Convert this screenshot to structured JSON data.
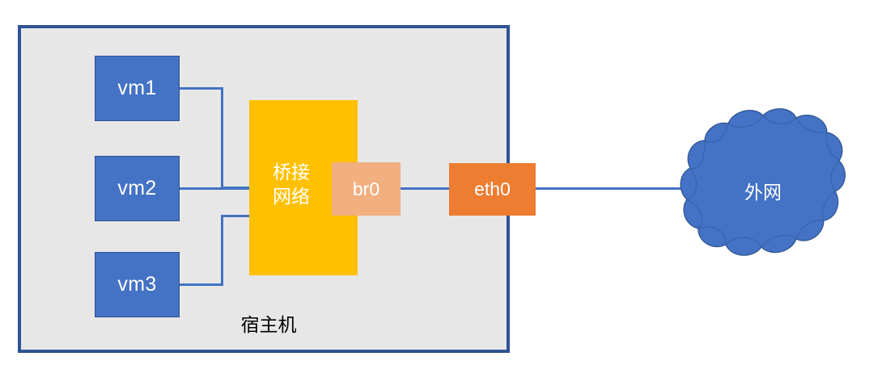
{
  "diagram": {
    "title_text": "",
    "type": "network-topology",
    "colors": {
      "host_border": "#2E5395",
      "host_fill": "#E7E7E7",
      "vm_fill": "#4472C4",
      "vm_border": "#2F528F",
      "bridge_fill": "#FFC000",
      "br0_fill": "#F2AF80",
      "eth0_fill": "#ED7D31",
      "cloud_fill": "#4472C4",
      "cloud_stroke": "#2F528F",
      "wire": "#4472C4",
      "label_text": "#FFFFFF",
      "host_label_text": "#000000"
    }
  },
  "host": {
    "label": "宿主机"
  },
  "vms": [
    {
      "id": "vm1",
      "label": "vm1"
    },
    {
      "id": "vm2",
      "label": "vm2"
    },
    {
      "id": "vm3",
      "label": "vm3"
    }
  ],
  "bridge": {
    "label_line1": "桥接",
    "label_line2": "网络"
  },
  "br0": {
    "label": "br0"
  },
  "eth0": {
    "label": "eth0"
  },
  "cloud": {
    "label": "外网"
  },
  "connections": [
    {
      "from": "vm1",
      "to": "bridge"
    },
    {
      "from": "vm2",
      "to": "bridge"
    },
    {
      "from": "vm3",
      "to": "bridge"
    },
    {
      "from": "br0",
      "to": "eth0"
    },
    {
      "from": "eth0",
      "to": "cloud"
    }
  ]
}
